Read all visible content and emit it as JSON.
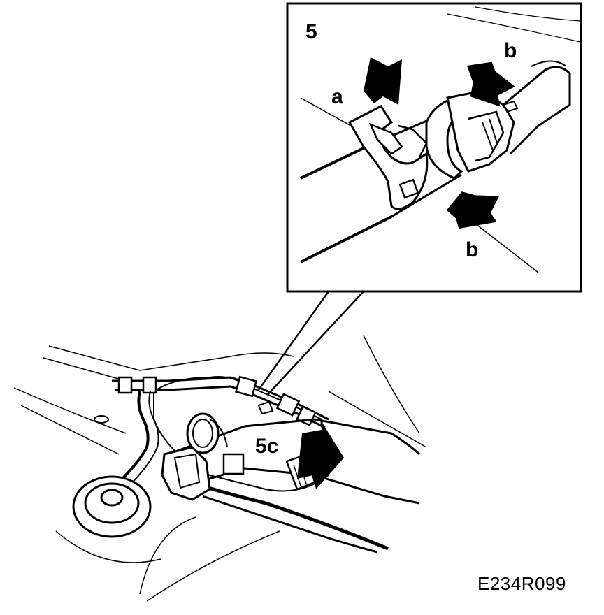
{
  "inset": {
    "step_label": "5",
    "label_a": "a",
    "label_b_top": "b",
    "label_b_bottom": "b"
  },
  "main": {
    "label_5c": "5c"
  },
  "figure_code": "E234R099",
  "colors": {
    "ink": "#000000",
    "paper": "#ffffff"
  }
}
